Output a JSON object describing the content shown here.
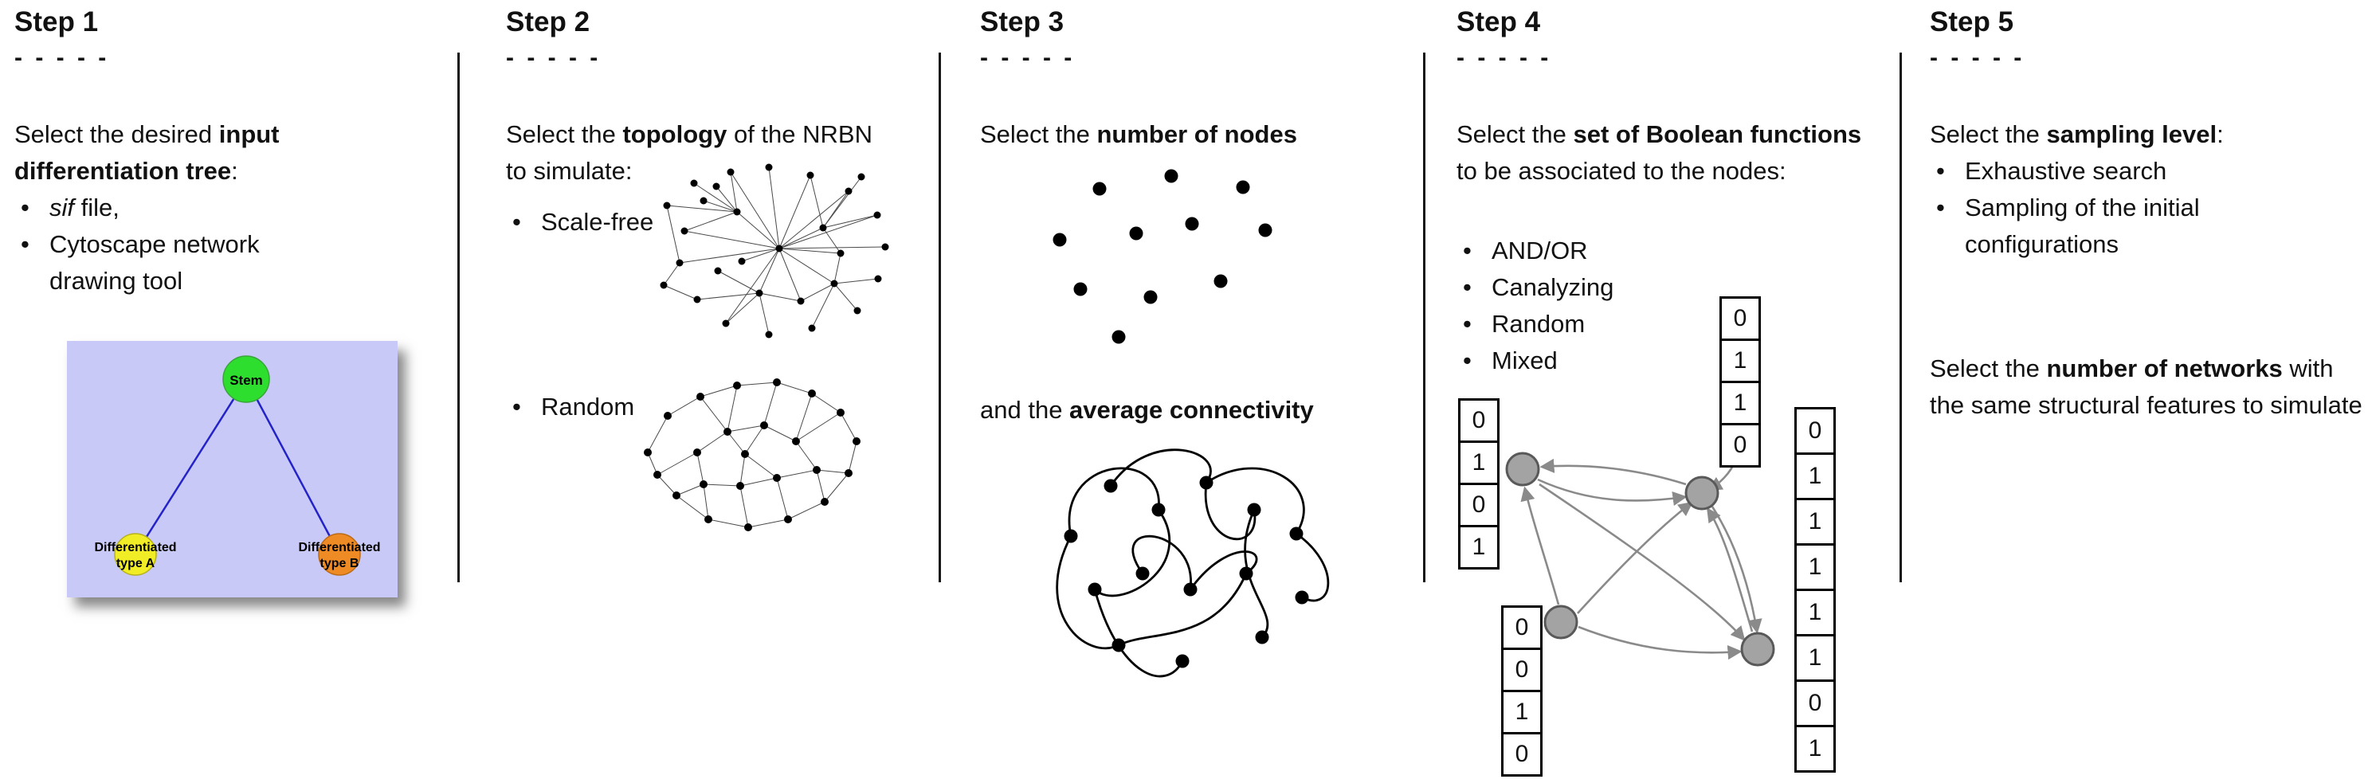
{
  "page": {
    "background": "#ffffff"
  },
  "steps": [
    {
      "title": "Step 1",
      "dashes": "- - - - -",
      "intro": [
        {
          "t": "Select the desired "
        },
        {
          "t": "input differentiation tree",
          "b": true
        },
        {
          "t": ":"
        }
      ],
      "bullets": [
        [
          {
            "t": "sif",
            "i": true
          },
          {
            "t": " file,"
          }
        ],
        [
          {
            "t": "Cytoscape network drawing tool"
          }
        ]
      ],
      "tree": {
        "root": "Stem",
        "left_line1": "Differentiated",
        "left_line2": "type A",
        "right_line1": "Differentiated",
        "right_line2": "type B",
        "colors": {
          "background": "#c9c9f7",
          "edge": "#2323c8",
          "root": "#2ede2e",
          "left": "#f0ec26",
          "right": "#ef8b25"
        }
      }
    },
    {
      "title": "Step 2",
      "dashes": "- - - - -",
      "intro": [
        {
          "t": "Select the "
        },
        {
          "t": "topology",
          "b": true
        },
        {
          "t": " of the NRBN to simulate:"
        }
      ],
      "bullets": [
        [
          {
            "t": "Scale-free"
          }
        ],
        [
          {
            "t": "Random"
          }
        ]
      ]
    },
    {
      "title": "Step 3",
      "dashes": "- - - - -",
      "intro": [
        {
          "t": "Select the "
        },
        {
          "t": "number of nodes",
          "b": true
        }
      ],
      "second": [
        {
          "t": "and the "
        },
        {
          "t": "average connectivity",
          "b": true
        }
      ]
    },
    {
      "title": "Step 4",
      "dashes": "- - - - -",
      "intro": [
        {
          "t": "Select the "
        },
        {
          "t": "set of Boolean functions",
          "b": true
        },
        {
          "t": " to be associated to the nodes:"
        }
      ],
      "bullets": [
        [
          {
            "t": "AND/OR"
          }
        ],
        [
          {
            "t": "Canalyzing"
          }
        ],
        [
          {
            "t": "Random"
          }
        ],
        [
          {
            "t": "Mixed"
          }
        ]
      ],
      "node_color": "#a3a3a3",
      "truth_tables": {
        "left": [
          "0",
          "1",
          "0",
          "1"
        ],
        "top": [
          "0",
          "1",
          "1",
          "0"
        ],
        "right": [
          "0",
          "1",
          "1",
          "1",
          "1",
          "1",
          "0",
          "1"
        ],
        "bottom": [
          "0",
          "0",
          "1",
          "0"
        ]
      }
    },
    {
      "title": "Step 5",
      "dashes": "- - - - -",
      "intro": [
        {
          "t": "Select the "
        },
        {
          "t": "sampling level",
          "b": true
        },
        {
          "t": ":"
        }
      ],
      "bullets": [
        [
          {
            "t": "Exhaustive search"
          }
        ],
        [
          {
            "t": "Sampling of the initial configurations"
          }
        ]
      ],
      "second": [
        {
          "t": "Select the "
        },
        {
          "t": "number of networks",
          "b": true
        },
        {
          "t": " with the same structural features to simulate"
        }
      ]
    }
  ]
}
